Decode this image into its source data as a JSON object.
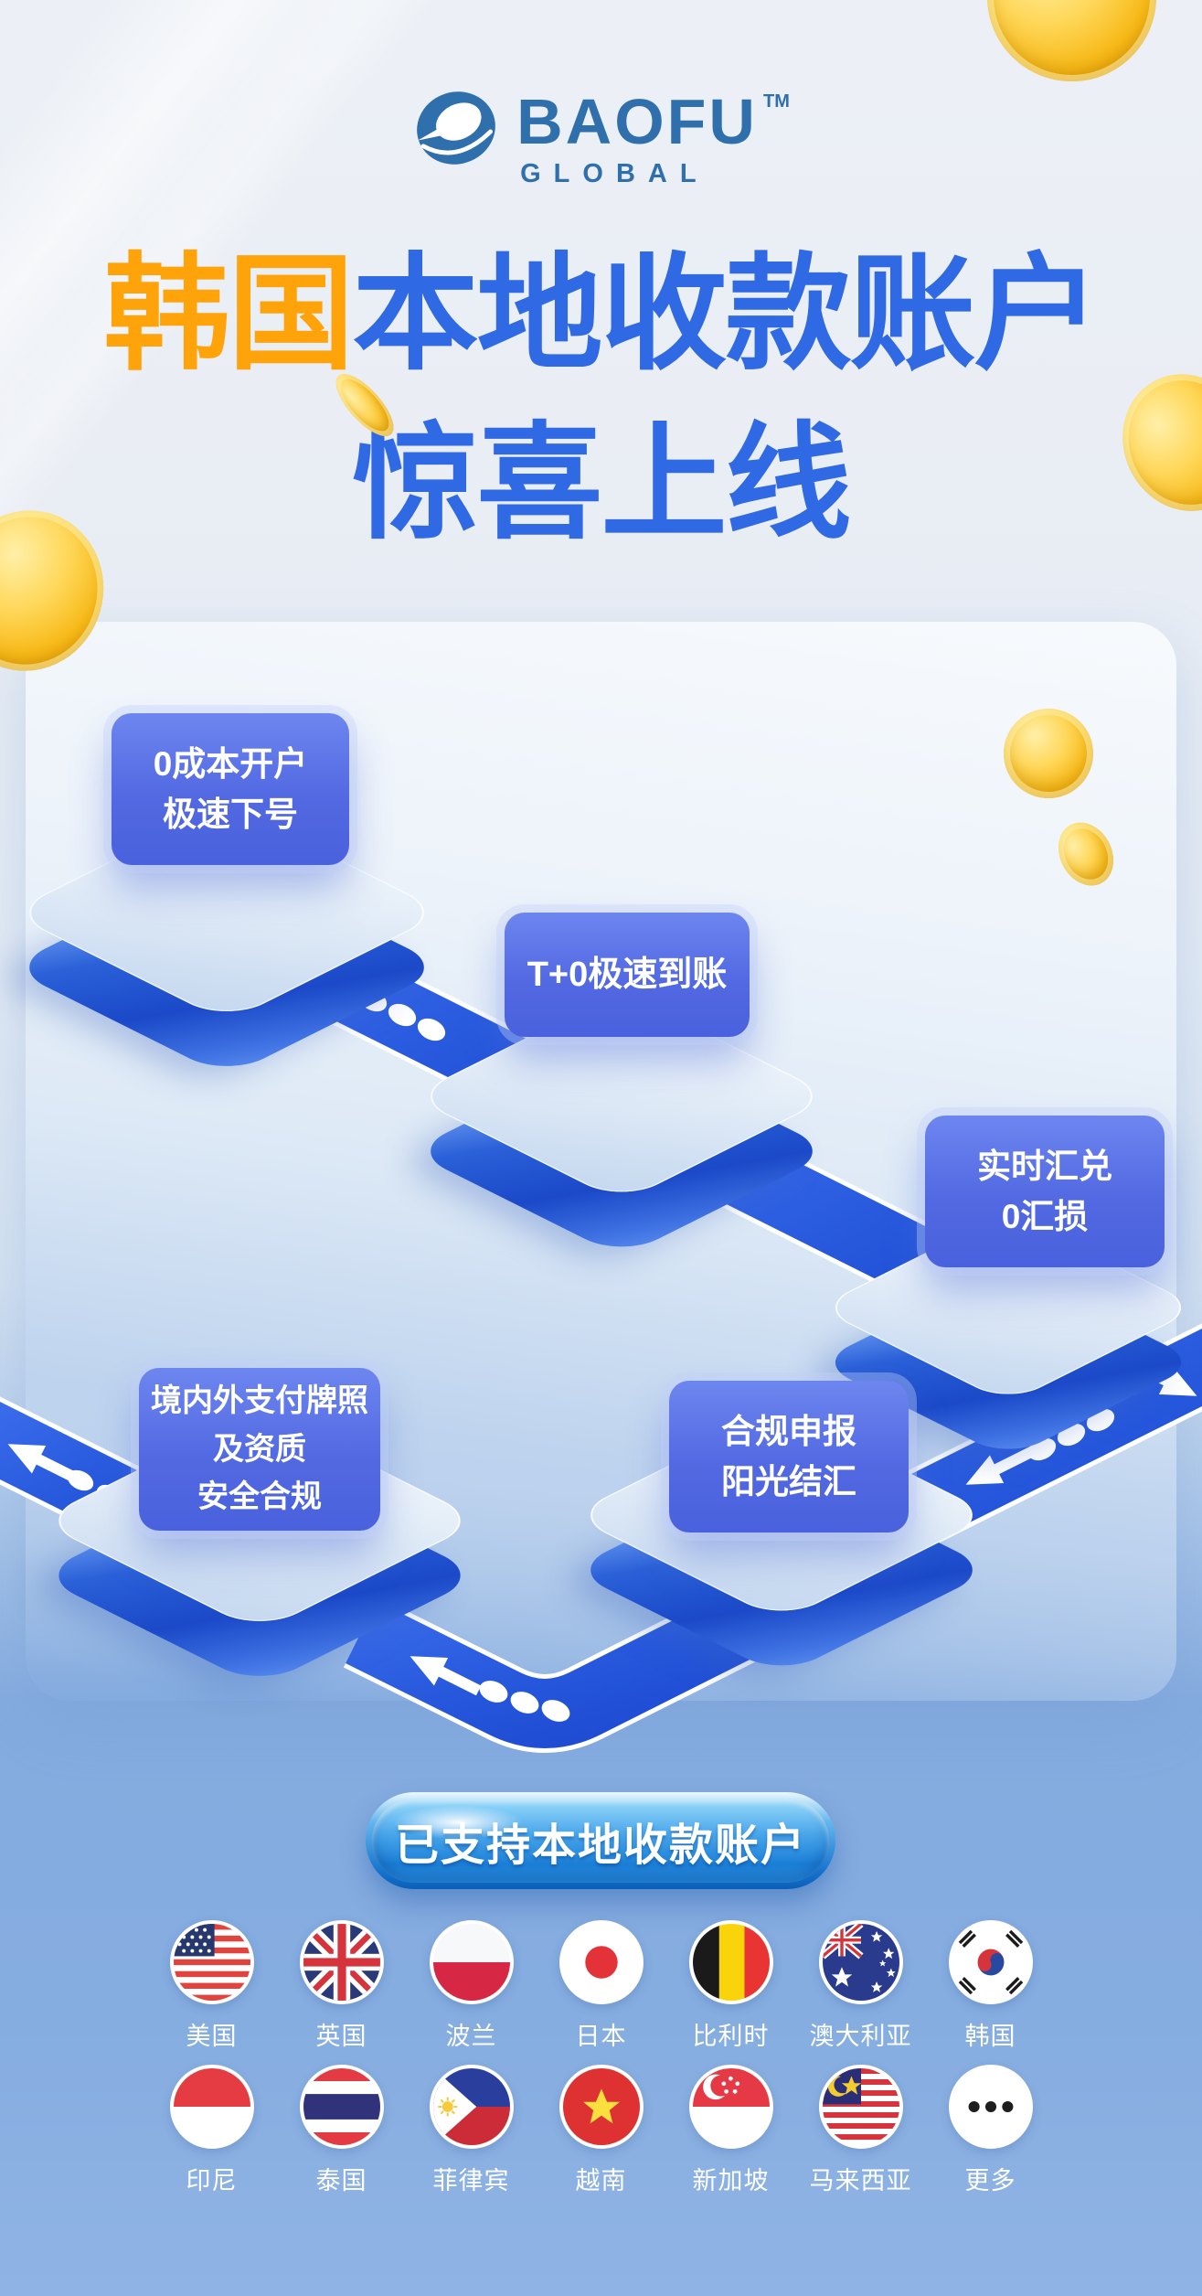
{
  "logo": {
    "brand": "BAOFU",
    "tm": "TM",
    "sub": "GLOBAL"
  },
  "title": {
    "line1_highlight": "韩国",
    "line1_rest": "本地收款账户",
    "line2": "惊喜上线"
  },
  "features": [
    {
      "label": "0成本开户\n极速下号"
    },
    {
      "label": "T+0极速到账"
    },
    {
      "label": "实时汇兑\n0汇损"
    },
    {
      "label": "境内外支付牌照\n及资质\n安全合规"
    },
    {
      "label": "合规申报\n阳光结汇"
    }
  ],
  "cta": {
    "label": "已支持本地收款账户"
  },
  "countries": {
    "row1": [
      {
        "name": "美国",
        "flag": "us-flag-icon"
      },
      {
        "name": "英国",
        "flag": "uk-flag-icon"
      },
      {
        "name": "波兰",
        "flag": "poland-flag-icon"
      },
      {
        "name": "日本",
        "flag": "japan-flag-icon"
      },
      {
        "name": "比利时",
        "flag": "belgium-flag-icon"
      },
      {
        "name": "澳大利亚",
        "flag": "australia-flag-icon"
      },
      {
        "name": "韩国",
        "flag": "korea-flag-icon"
      }
    ],
    "row2": [
      {
        "name": "印尼",
        "flag": "indonesia-flag-icon"
      },
      {
        "name": "泰国",
        "flag": "thailand-flag-icon"
      },
      {
        "name": "菲律宾",
        "flag": "philippines-flag-icon"
      },
      {
        "name": "越南",
        "flag": "vietnam-flag-icon"
      },
      {
        "name": "新加坡",
        "flag": "singapore-flag-icon"
      },
      {
        "name": "马来西亚",
        "flag": "malaysia-flag-icon"
      },
      {
        "name": "更多",
        "flag": "more-dots-icon"
      }
    ]
  },
  "colors": {
    "accent_orange": "#FFA30B",
    "title_blue": "#2F69E3",
    "logo_blue": "#2F6FAC",
    "feature_box_blue": "#5970E4",
    "road_blue": "#2B5CDC",
    "background_bottom_blue": "#84ADE0",
    "cta_blue": "#2E9AE6",
    "coin_gold": "#F7B916"
  }
}
